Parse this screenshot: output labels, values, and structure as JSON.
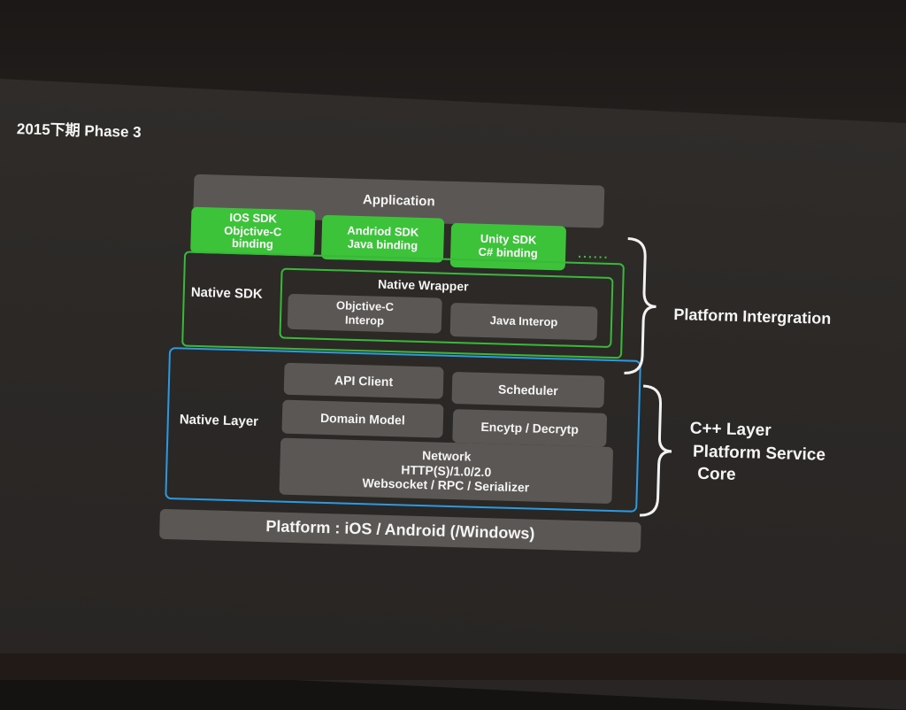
{
  "slide": {
    "title": "2015下期 Phase 3"
  },
  "diagram": {
    "application": "Application",
    "sdk_boxes": [
      {
        "line1": "IOS SDK",
        "line2": "Objctive-C",
        "line3": "binding"
      },
      {
        "line1": "Andriod SDK",
        "line2": "Java binding"
      },
      {
        "line1": "Unity SDK",
        "line2": "C# binding"
      }
    ],
    "more_dots": "......",
    "native_sdk": {
      "label": "Native SDK",
      "wrapper_title": "Native Wrapper",
      "objc_interop_line1": "Objctive-C",
      "objc_interop_line2": "Interop",
      "java_interop": "Java Interop"
    },
    "native_layer": {
      "label": "Native Layer",
      "api_client": "API Client",
      "scheduler": "Scheduler",
      "domain_model": "Domain Model",
      "encrypt": "Encytp / Decrytp",
      "network_line1": "Network",
      "network_line2": "HTTP(S)/1.0/2.0",
      "network_line3": "Websocket / RPC / Serializer"
    },
    "platform": "Platform : iOS / Android (/Windows)",
    "side_labels": {
      "integration": "Platform Intergration",
      "core_line1": "C++ Layer",
      "core_line2": "Platform Service",
      "core_line3": "Core"
    }
  },
  "colors": {
    "green": "#3cc33a",
    "blue_outline": "#2b9ae0",
    "gray_box": "#5a5755"
  }
}
